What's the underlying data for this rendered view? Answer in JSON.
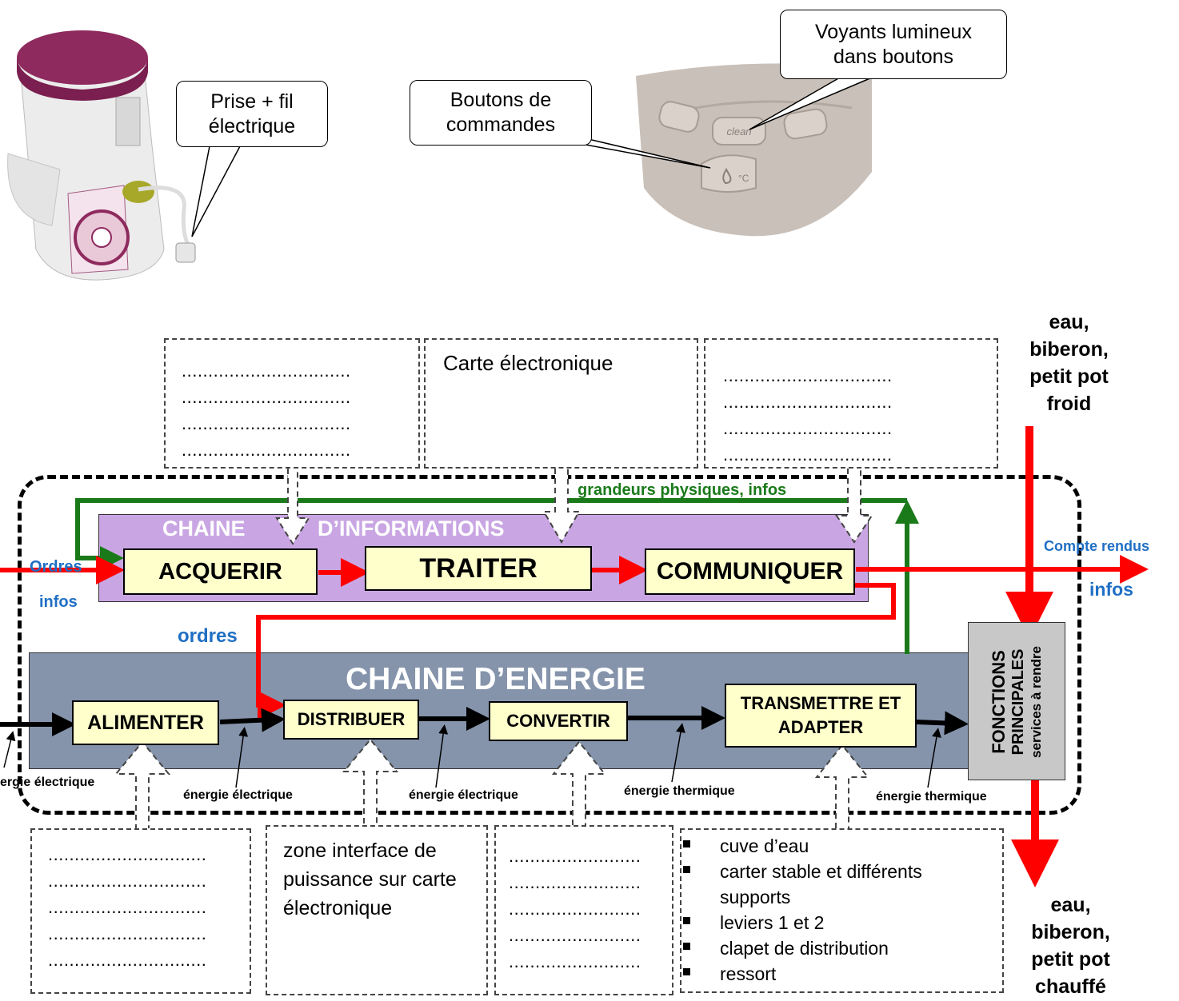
{
  "callouts": {
    "prise": "Prise + fil électrique",
    "boutons": "Boutons de commandes",
    "voyants": "Voyants lumineux dans boutons"
  },
  "device_panel": {
    "clean_label": "clean",
    "temp_label": "°C"
  },
  "inputs_top": "eau, biberon, petit pot froid",
  "outputs_bottom": "eau, biberon, petit pot chauffé",
  "top_boxes": {
    "left_dots": [
      "................................",
      "................................",
      "................................",
      "................................"
    ],
    "middle": "Carte électronique",
    "right_dots": [
      "................................",
      "................................",
      "................................",
      "................................"
    ]
  },
  "info_chain": {
    "title_part1": "CHAINE",
    "title_part2": "D’INFORMATIONS",
    "blocks": [
      "ACQUERIR",
      "TRAITER",
      "COMMUNIQUER"
    ],
    "feedback_label": "grandeurs physiques, infos",
    "input_label_1": "Ordres",
    "input_label_2": "infos",
    "output_label_1": "Compte rendus",
    "output_label_2": "infos",
    "orders_label": "ordres"
  },
  "energy_chain": {
    "title": "CHAINE D’ENERGIE",
    "blocks": [
      "ALIMENTER",
      "DISTRIBUER",
      "CONVERTIR",
      "TRANSMETTRE ET ADAPTER"
    ],
    "flows": [
      "ergie électrique",
      "énergie électrique",
      "énergie électrique",
      "énergie thermique",
      "énergie thermique"
    ]
  },
  "main_functions": {
    "line1": "FONCTIONS",
    "line2": "PRINCIPALES",
    "line3": "services à rendre"
  },
  "bottom_boxes": {
    "alimenter_dots": [
      "..............................",
      "..............................",
      "..............................",
      "..............................",
      ".............................."
    ],
    "distribuer_text": "zone interface de puissance sur carte électronique",
    "convertir_dots": [
      ".........................",
      ".........................",
      ".........................",
      ".........................",
      "........................."
    ],
    "transmettre_items": [
      "cuve d’eau",
      "carter stable et différents supports",
      "leviers 1 et 2",
      "clapet de distribution",
      "ressort"
    ]
  }
}
